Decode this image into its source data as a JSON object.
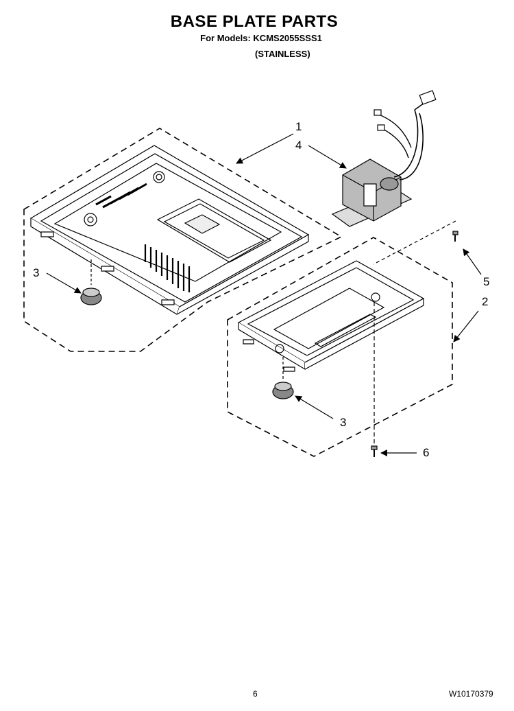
{
  "header": {
    "title": "BASE PLATE PARTS",
    "models_line": "For Models: KCMS2055SSS1",
    "finish_line": "(STAINLESS)"
  },
  "callouts": [
    "1",
    "4",
    "3",
    "5",
    "2",
    "3",
    "6"
  ],
  "footer": {
    "page_number": "6",
    "document_number": "W10170379"
  }
}
